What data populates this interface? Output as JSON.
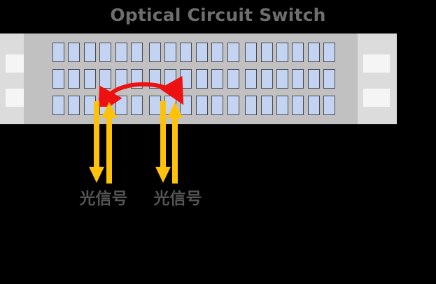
{
  "title": "Optical Circuit Switch",
  "colors": {
    "background": "#000000",
    "title_text": "#6e6e6e",
    "chassis_body": "#c1c1c1",
    "chassis_bracket": "#dcdcdc",
    "screw": "#f5f5f5",
    "port_fill": "#c3d3f2",
    "port_border": "#4a4a52",
    "switch_arrow": "#ee1111",
    "signal_arrow": "#ffc20a",
    "label_text": "#555555"
  },
  "device": {
    "name": "Optical Circuit Switch",
    "port_rows": 3,
    "ports_per_row": 18,
    "total_ports": 54,
    "mounting_screws_per_bracket": 2
  },
  "annotations": {
    "switch_arrow": {
      "icon": "double-headed-curved-arrow",
      "meaning": "optical path switching between ports",
      "direction": "bidirectional"
    },
    "signal_pairs": [
      {
        "label": "光信号",
        "arrows": [
          {
            "icon": "arrow-down-icon",
            "direction": "down"
          },
          {
            "icon": "arrow-up-icon",
            "direction": "up"
          }
        ]
      },
      {
        "label": "光信号",
        "arrows": [
          {
            "icon": "arrow-down-icon",
            "direction": "down"
          },
          {
            "icon": "arrow-up-icon",
            "direction": "up"
          }
        ]
      }
    ]
  },
  "labels": {
    "signal_a": "光信号",
    "signal_b": "光信号"
  }
}
